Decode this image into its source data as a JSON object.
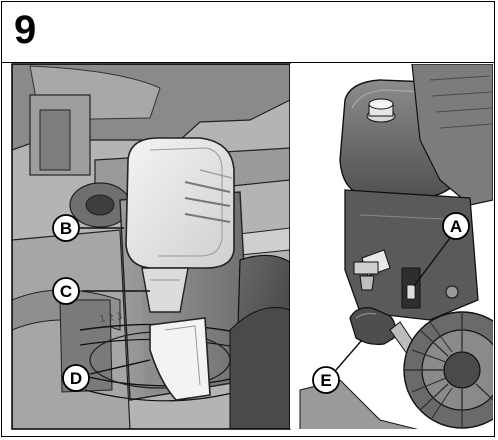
{
  "figure": {
    "number": "9"
  },
  "callouts": {
    "a": "A",
    "b": "B",
    "c": "C",
    "d": "D",
    "e": "E"
  }
}
